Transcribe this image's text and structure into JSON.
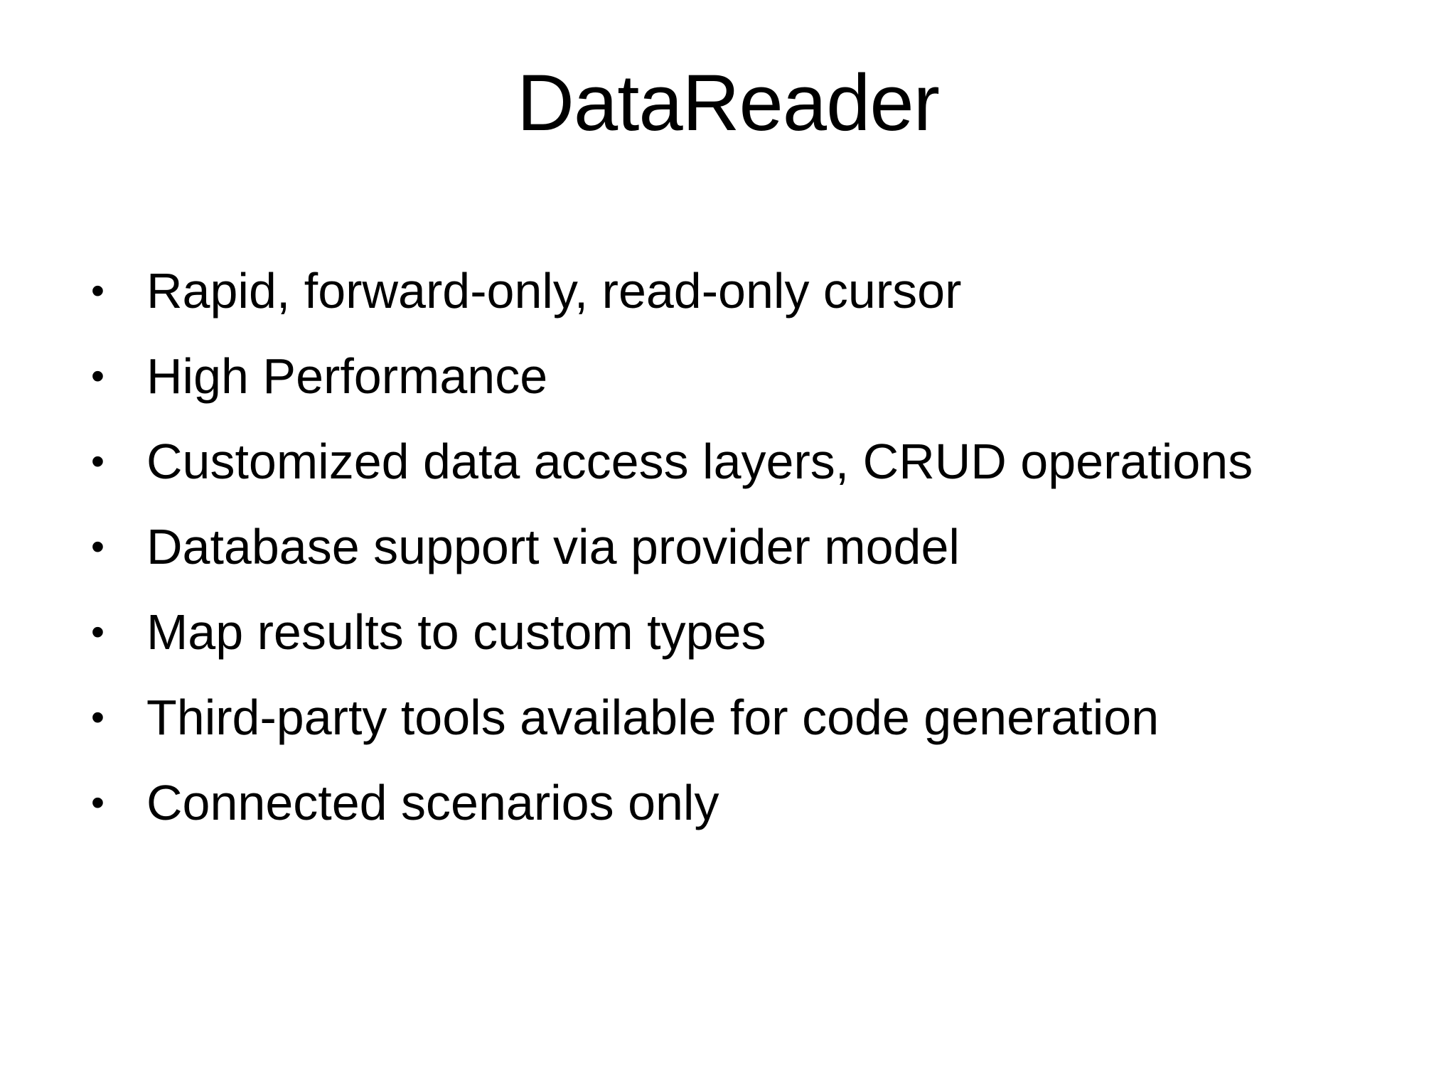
{
  "slide": {
    "title": "DataReader",
    "bullet_char": "•",
    "bullets": [
      "Rapid, forward-only, read-only cursor",
      "High Performance",
      "Customized data access layers, CRUD operations",
      "Database support via provider model",
      "Map results to custom types",
      "Third-party tools available for code generation",
      "Connected scenarios only"
    ],
    "colors": {
      "background": "#ffffff",
      "text": "#000000"
    }
  }
}
